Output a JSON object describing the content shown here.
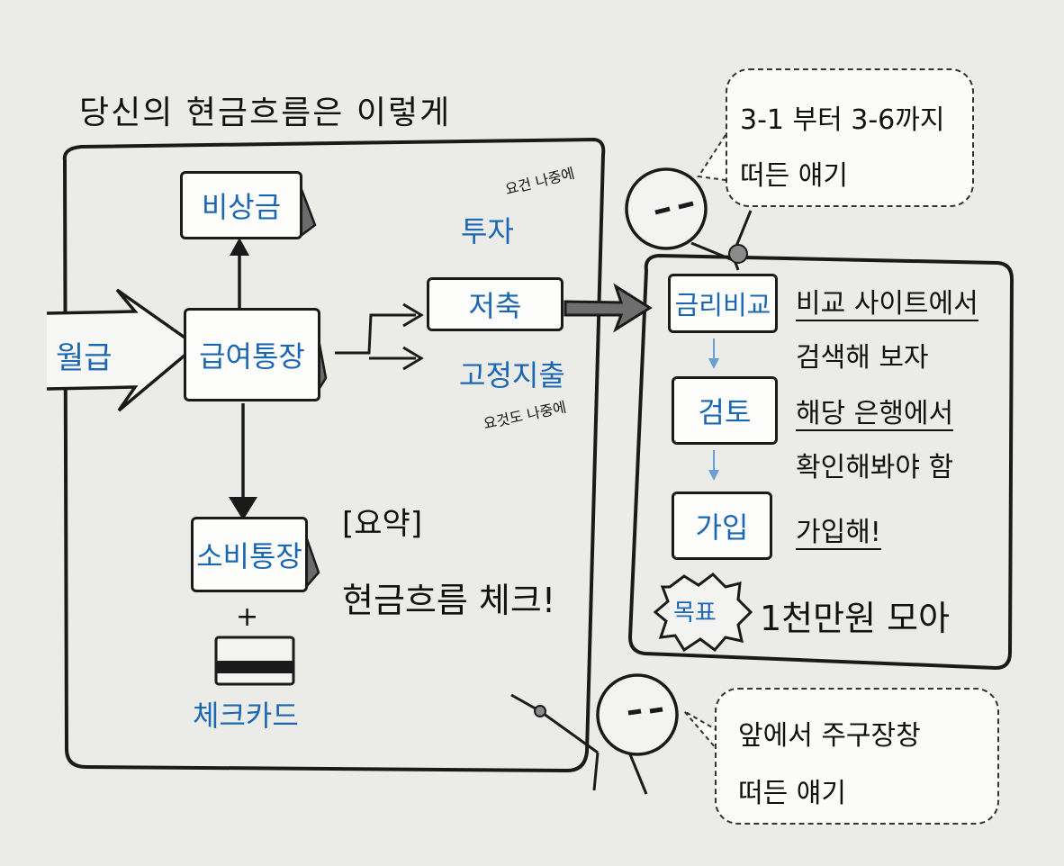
{
  "title": "당신의 현금흐름은 이렇게",
  "left_panel": {
    "salary": "월급",
    "emergency": "비상금",
    "payroll": "급여통장",
    "spending": "소비통장",
    "plus": "+",
    "check_card": "체크카드",
    "investment": "투자",
    "investment_note": "요건 나중에",
    "savings": "저축",
    "fixed": "고정지출",
    "fixed_note": "요것도 나중에",
    "summary_label": "[요약]",
    "summary_text": "현금흐름 체크!"
  },
  "right_panel": {
    "steps": [
      {
        "label": "금리비교",
        "desc1": "비교 사이트에서",
        "desc2": "검색해 보자"
      },
      {
        "label": "검토",
        "desc1": "해당 은행에서",
        "desc2": "확인해봐야 함"
      },
      {
        "label": "가입",
        "desc1": "가입해!",
        "desc2": ""
      }
    ],
    "goal_badge": "목표",
    "goal_text": "1천만원 모아"
  },
  "bubbles": {
    "top_line1": "3-1 부터 3-6까지",
    "top_line2": "떠든 얘기",
    "bottom_line1": "앞에서 주구장창",
    "bottom_line2": "떠든 얘기"
  },
  "colors": {
    "accent_blue": "#1b67b4",
    "ink": "#1a1a1a",
    "background": "#ebebe8",
    "arrow_blue": "#6a9fd6"
  }
}
